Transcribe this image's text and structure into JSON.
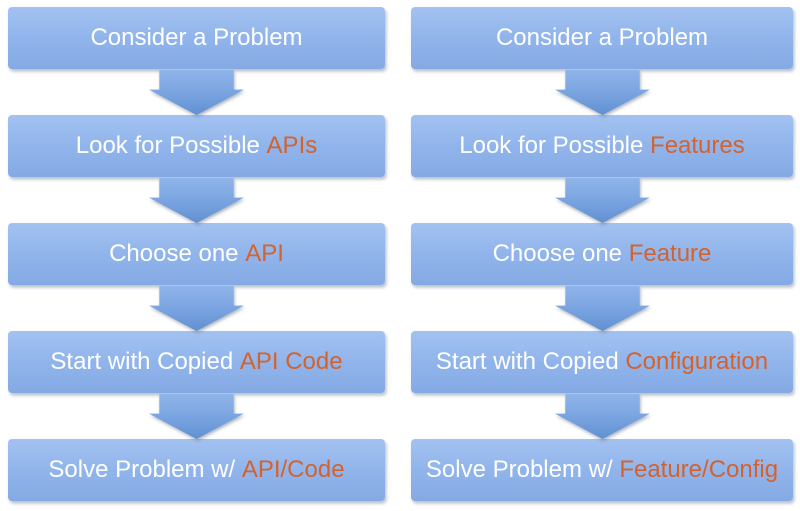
{
  "diagram": {
    "type": "flowchart-comparison",
    "colors": {
      "box_blue_top": "#A2C2F1",
      "box_blue_bottom": "#85A9E3",
      "arrow_blue_top": "#8FB4E9",
      "arrow_blue_bottom": "#6090D2",
      "accent_orange": "#D4622D",
      "text_white": "#FFFFFF",
      "background": "#FFFFFF"
    },
    "columns": [
      {
        "name": "api-flow",
        "steps": [
          {
            "main": "Consider a Problem",
            "accent": ""
          },
          {
            "main": "Look for Possible ",
            "accent": "APIs"
          },
          {
            "main": "Choose one ",
            "accent": "API"
          },
          {
            "main": "Start with Copied ",
            "accent": "API Code"
          },
          {
            "main": "Solve Problem w/ ",
            "accent": "API/Code"
          }
        ]
      },
      {
        "name": "feature-flow",
        "steps": [
          {
            "main": "Consider a Problem",
            "accent": ""
          },
          {
            "main": "Look for Possible ",
            "accent": "Features"
          },
          {
            "main": "Choose one ",
            "accent": "Feature"
          },
          {
            "main": "Start with Copied ",
            "accent": "Configuration"
          },
          {
            "main": "Solve Problem w/ ",
            "accent": "Feature/Config"
          }
        ]
      }
    ]
  }
}
